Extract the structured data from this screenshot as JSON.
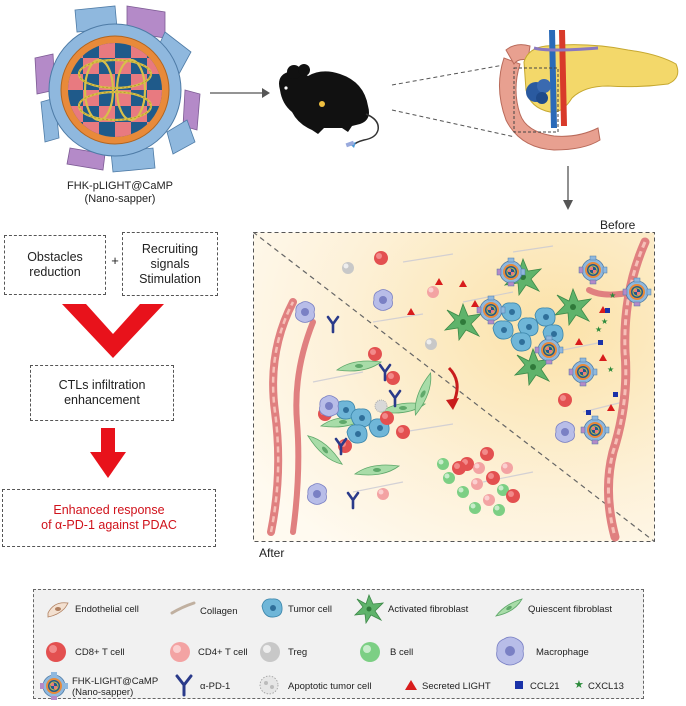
{
  "nanoparticle": {
    "label_line1": "FHK-pLIGHT@CaMP",
    "label_line2": "(Nano-sapper)"
  },
  "flow": {
    "box1": "Obstacles\nreduction",
    "plus": "+",
    "box2": "Recruiting\nsignals\nStimulation",
    "box3_line1": "CTLs infiltration",
    "box3_line2": "enhancement",
    "box4_line1": "Enhanced response",
    "box4_line2": "of α-PD-1 against PDAC"
  },
  "tme": {
    "before_label": "Before",
    "after_label": "After"
  },
  "legend": {
    "items": [
      {
        "label": "Endothelial cell"
      },
      {
        "label": "Collagen"
      },
      {
        "label": "Tumor cell"
      },
      {
        "label": "Activated fibroblast"
      },
      {
        "label": "Quiescent fibroblast"
      },
      {
        "label": "CD8+ T cell"
      },
      {
        "label": "CD4+ T cell"
      },
      {
        "label": "Treg"
      },
      {
        "label": "B cell"
      },
      {
        "label": "Macrophage"
      },
      {
        "label_line1": "FHK-LIGHT@CaMP",
        "label_line2": "(Nano-sapper)"
      },
      {
        "label": "α-PD-1"
      },
      {
        "label": "Apoptotic tumor cell"
      },
      {
        "label": "Secreted LIGHT"
      },
      {
        "label": "CCL21"
      },
      {
        "label": "CXCL13"
      }
    ]
  },
  "colors": {
    "arrow_red": "#e8121b",
    "text_red": "#d0121b",
    "particle_blue": "#8fb8de",
    "particle_orange": "#e88a3a",
    "particle_purple": "#b289c9",
    "tumor_blue": "#6fb6d8",
    "fibroblast_green": "#5fb36b",
    "cd8_red": "#e35050",
    "ccl21_blue": "#1a32a8",
    "cxcl13_green": "#2a8a3a"
  }
}
